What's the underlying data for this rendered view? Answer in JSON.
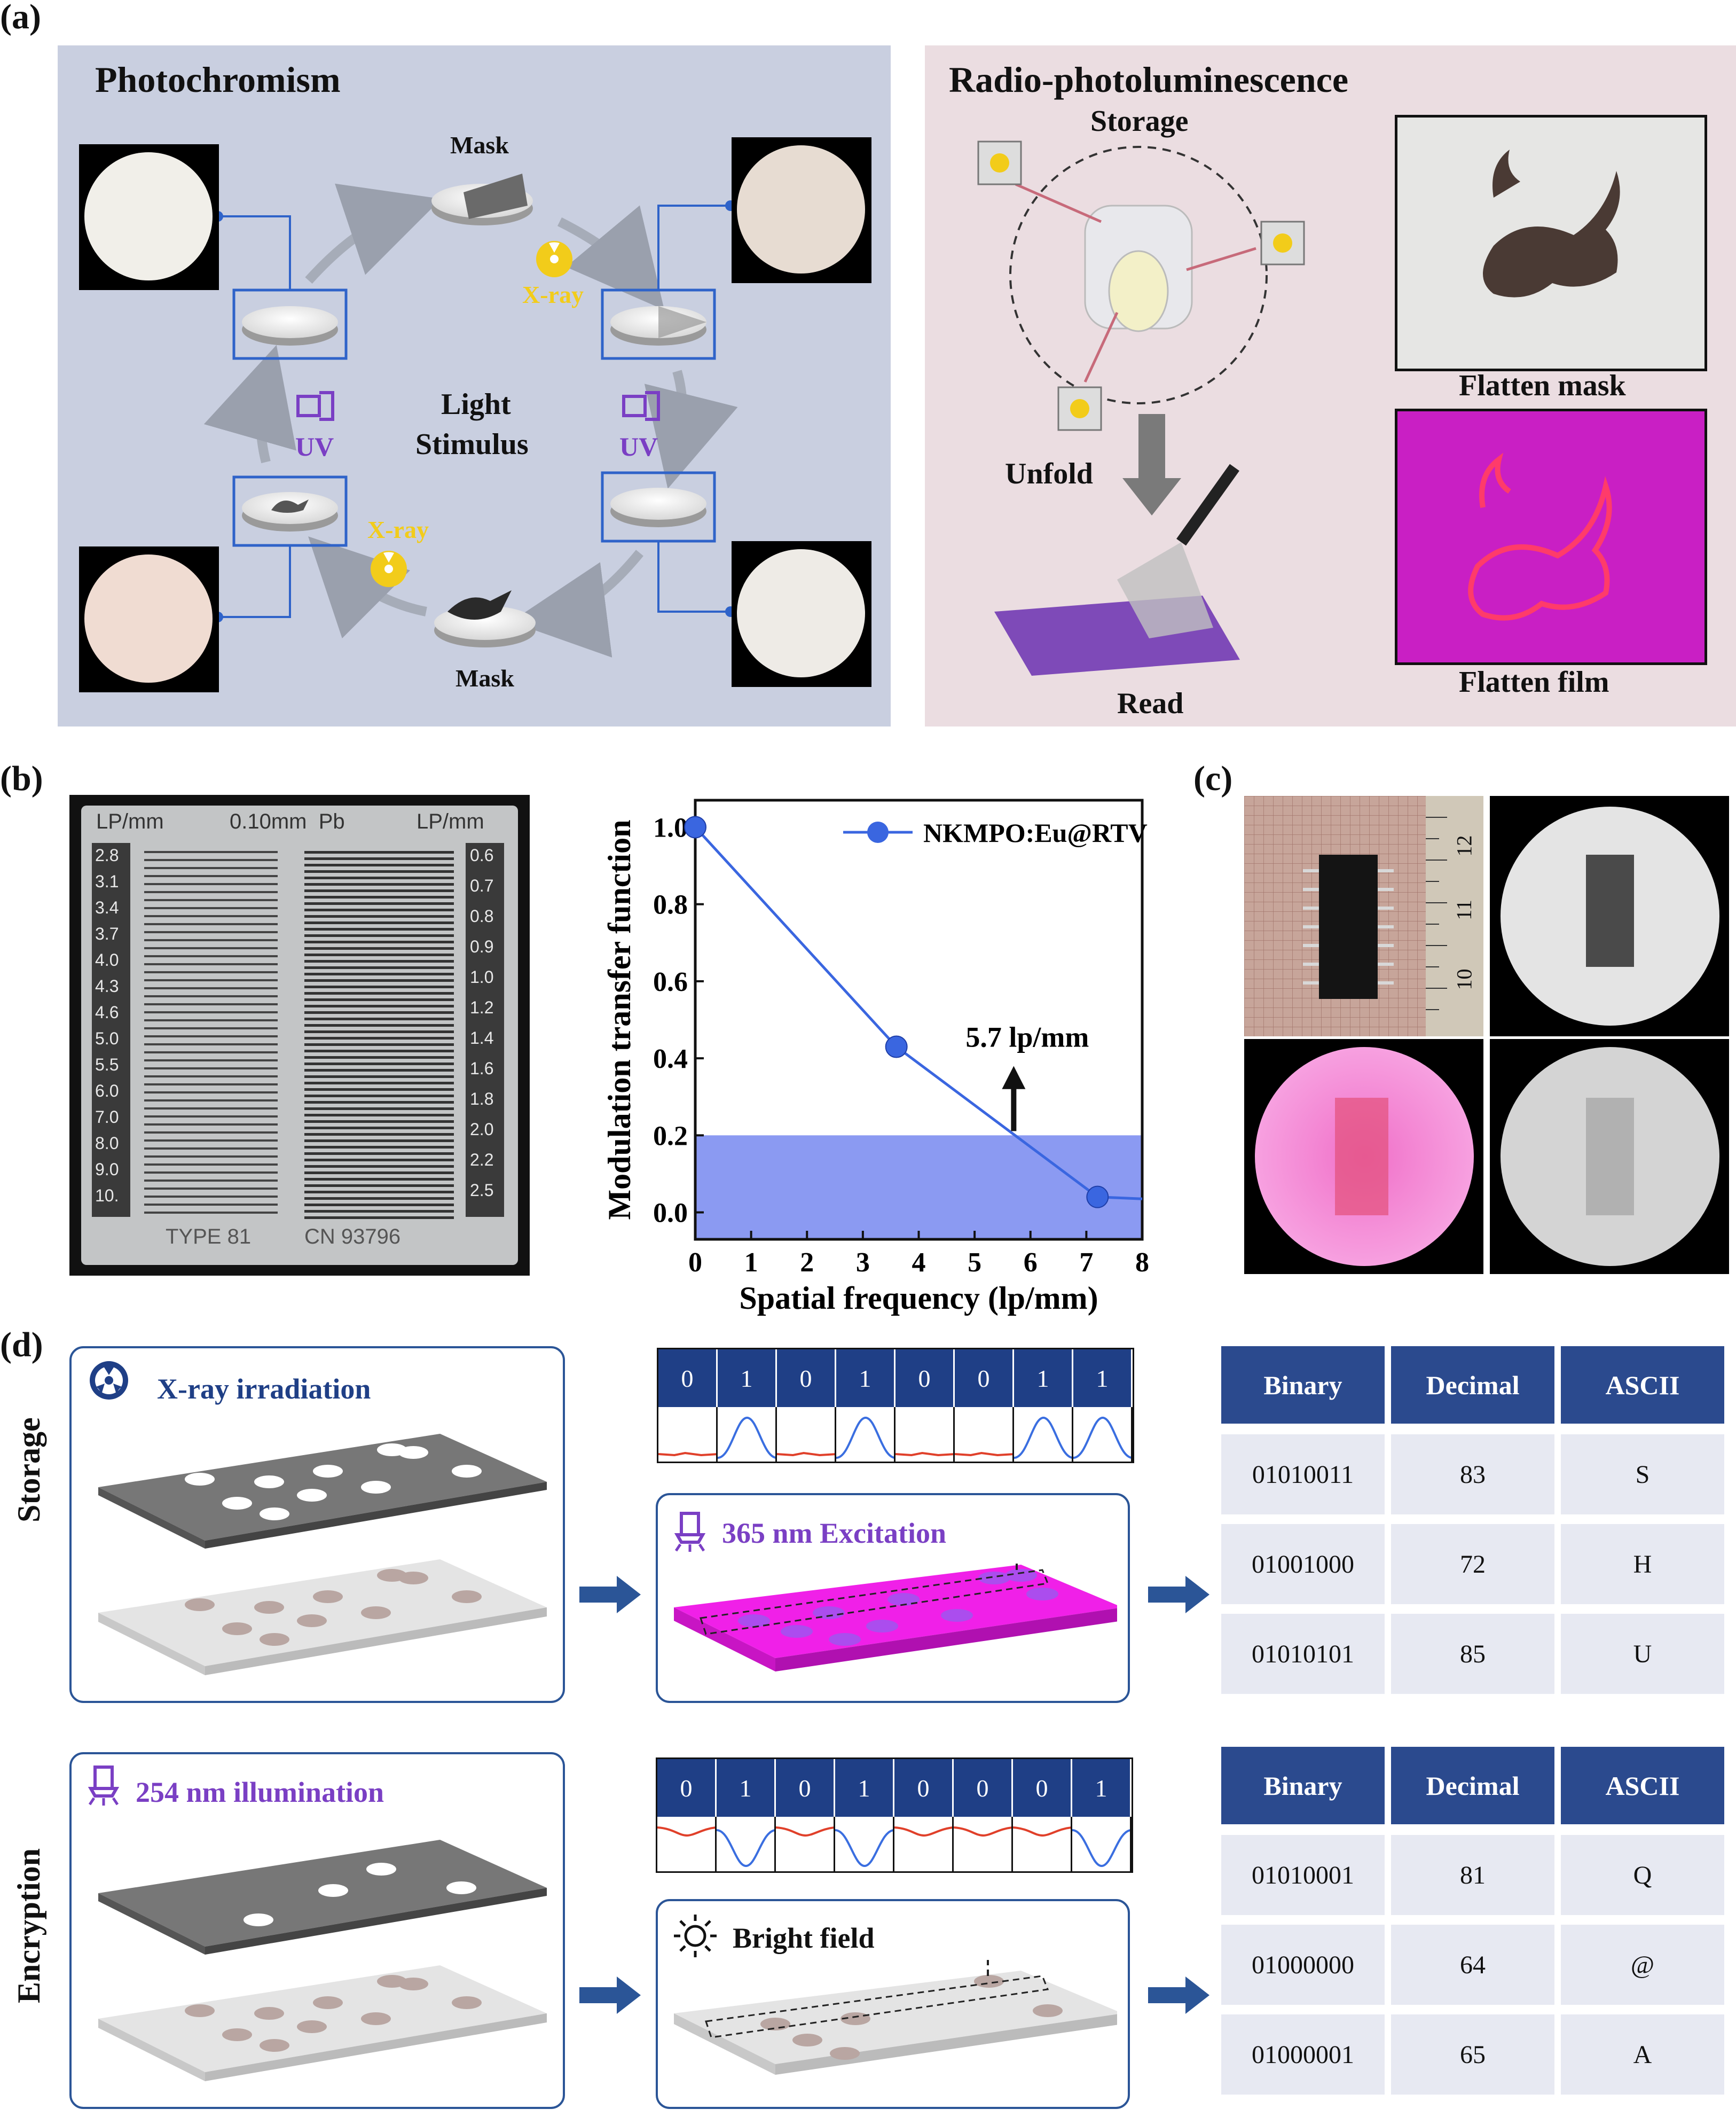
{
  "panel_labels": {
    "a": "(a)",
    "b": "(b)",
    "c": "(c)",
    "d": "(d)"
  },
  "panel_a": {
    "left_title": "Photochromism",
    "mask_top": "Mask",
    "mask_bottom": "Mask",
    "xray_top": "X-ray",
    "xray_bottom": "X-ray",
    "uv_left": "UV",
    "uv_right": "UV",
    "center_line1": "Light",
    "center_line2": "Stimulus",
    "right_title": "Radio-photoluminescence",
    "storage": "Storage",
    "unfold": "Unfold",
    "read": "Read",
    "flatten_mask": "Flatten mask",
    "flatten_film": "Flatten film",
    "colors": {
      "left_bg": "#c9cfe0",
      "right_bg": "#ebdde1",
      "blue_line": "#2f63c9",
      "uv_purple": "#7a3fc4",
      "xray_yellow": "#f2cc1a"
    }
  },
  "panel_b": {
    "phantom": {
      "top_left": "LP/mm",
      "top_mid": "0.10mm  Pb",
      "top_right": "LP/mm",
      "left_scale": [
        "2.8",
        "3.1",
        "3.4",
        "3.7",
        "4.0",
        "4.3",
        "4.6",
        "5.0",
        "5.5",
        "6.0",
        "7.0",
        "8.0",
        "9.0",
        "10."
      ],
      "right_scale": [
        "0.6",
        "0.7",
        "0.8",
        "0.9",
        "1.0",
        "1.2",
        "1.4",
        "1.6",
        "1.8",
        "2.0",
        "2.2",
        "2.5"
      ],
      "bottom_left": "TYPE 81",
      "bottom_right": "CN 93796"
    },
    "chart_data": {
      "type": "line",
      "x": [
        0,
        3.6,
        7.2
      ],
      "series": [
        {
          "name": "NKMPO:Eu@RTV",
          "values": [
            1.0,
            0.43,
            0.04
          ]
        }
      ],
      "xlabel": "Spatial frequency (lp/mm)",
      "ylabel": "Modulation transfer function",
      "xlim": [
        0,
        8
      ],
      "ylim": [
        -0.07,
        1.07
      ],
      "x_ticks": [
        "0",
        "1",
        "2",
        "3",
        "4",
        "5",
        "6",
        "7",
        "8"
      ],
      "y_ticks": [
        "0.0",
        "0.2",
        "0.4",
        "0.6",
        "0.8",
        "1.0"
      ],
      "threshold_band": [
        -0.07,
        0.2
      ],
      "annotation": "5.7 lp/mm",
      "annotation_x": 5.7,
      "legend_position": "top-right",
      "line_color": "#3a66e0",
      "band_color": "#8b9af2"
    }
  },
  "panel_c": {
    "ruler_ticks": [
      "12",
      "11",
      "10"
    ]
  },
  "panel_d": {
    "storage_label": "Storage",
    "encryption_label": "Encryption",
    "xray_irradiation": "X-ray irradiation",
    "excitation": "365 nm Excitation",
    "illumination": "254 nm illumination",
    "bright_field": "Bright field",
    "bits_top": [
      "0",
      "1",
      "0",
      "1",
      "0",
      "0",
      "1",
      "1"
    ],
    "bits_bottom": [
      "0",
      "1",
      "0",
      "1",
      "0",
      "0",
      "0",
      "1"
    ],
    "table_top": {
      "headers": [
        "Binary",
        "Decimal",
        "ASCII"
      ],
      "rows": [
        [
          "01010011",
          "83",
          "S"
        ],
        [
          "01001000",
          "72",
          "H"
        ],
        [
          "01010101",
          "85",
          "U"
        ]
      ]
    },
    "table_bottom": {
      "headers": [
        "Binary",
        "Decimal",
        "ASCII"
      ],
      "rows": [
        [
          "01010001",
          "81",
          "Q"
        ],
        [
          "01000000",
          "64",
          "@"
        ],
        [
          "01000001",
          "65",
          "A"
        ]
      ]
    }
  }
}
